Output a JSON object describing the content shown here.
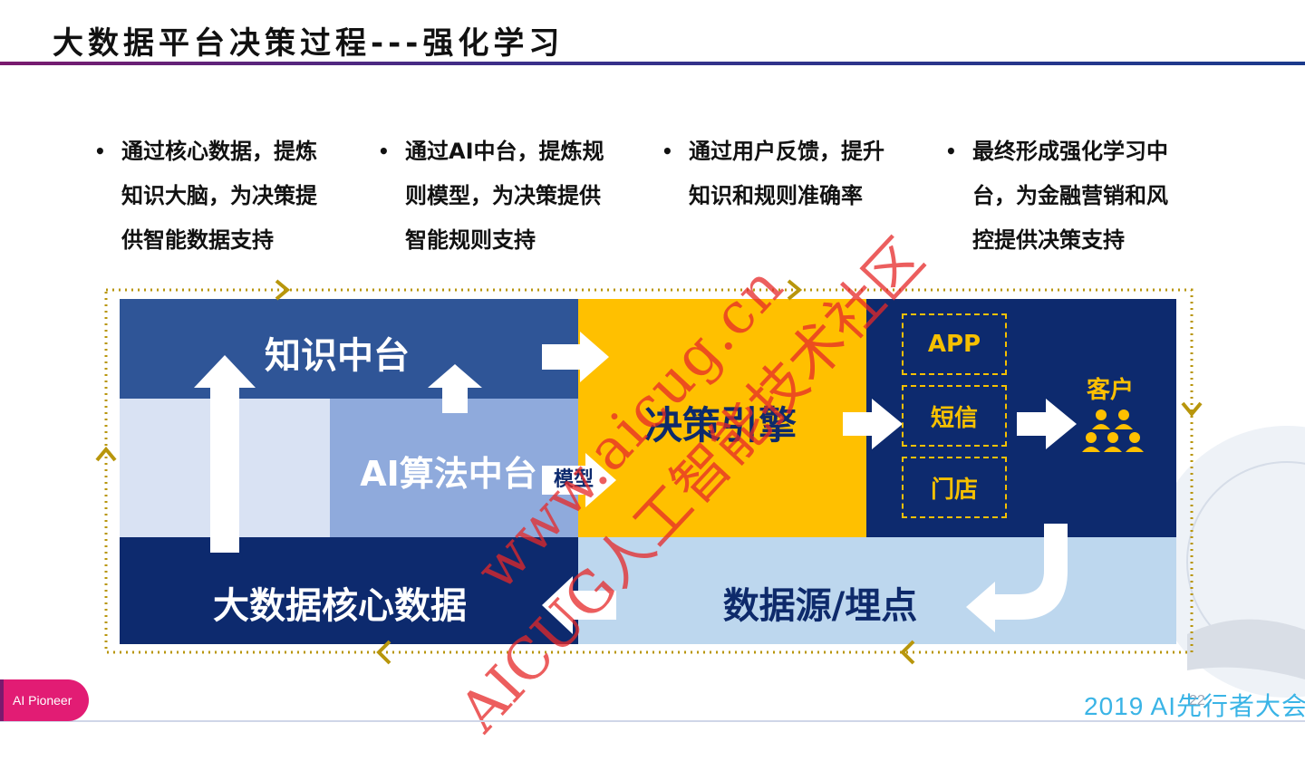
{
  "slide": {
    "title": "大数据平台决策过程---强化学习"
  },
  "bullets": [
    {
      "lines": [
        "通过核心数据，提炼",
        "知识大脑，为决策提",
        "供智能数据支持"
      ]
    },
    {
      "lines": [
        "通过AI中台，提炼规",
        "则模型，为决策提供",
        "智能规则支持"
      ]
    },
    {
      "lines": [
        "通过用户反馈，提升",
        "知识和规则准确率"
      ]
    },
    {
      "lines": [
        "最终形成强化学习中",
        "台，为金融营销和风",
        "控提供决策支持"
      ]
    }
  ],
  "diagram": {
    "knowledge_platform": "知识中台",
    "ai_platform": "AI算法中台",
    "model_label": "模型",
    "decision_engine": "决策引擎",
    "channels": [
      "APP",
      "短信",
      "门店"
    ],
    "customer_label": "客户",
    "data_source": "数据源/埋点",
    "core_data": "大数据核心数据",
    "colors": {
      "dark_navy": "#0d2a6e",
      "mid_blue": "#2f5597",
      "light_blue": "#8faadc",
      "pale_blue": "#d9e2f3",
      "yellow": "#ffc000",
      "sky": "#bdd7ee",
      "gold_loop": "#b8960c"
    }
  },
  "watermark": {
    "line1": "www.aicug.cn",
    "line2": "AICUG人工智能技术社区"
  },
  "footer": {
    "brand": "AI Pioneer",
    "conference": "2019 AI先行者大会",
    "page_number": "22"
  }
}
